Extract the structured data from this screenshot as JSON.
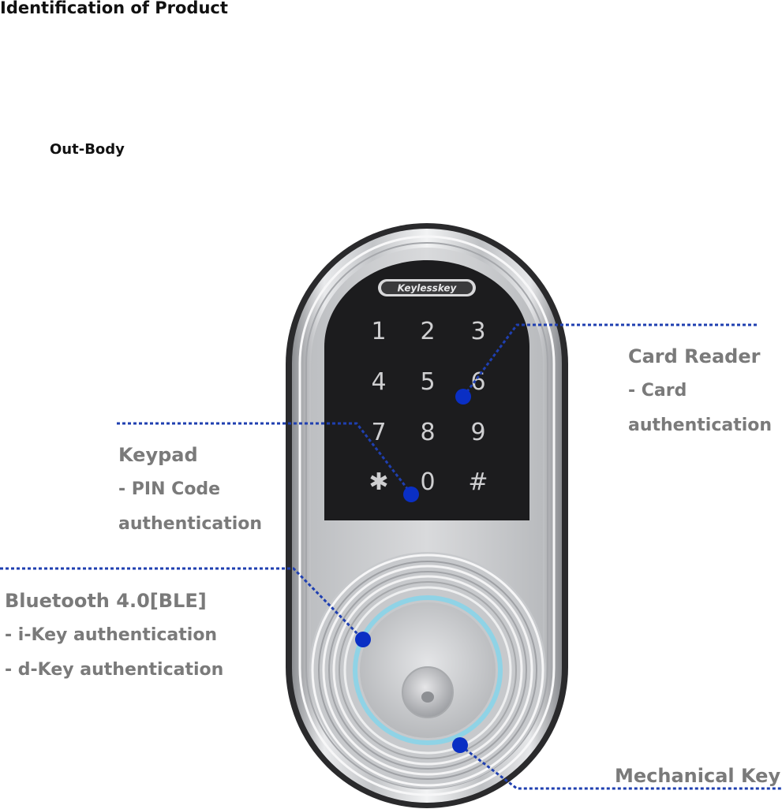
{
  "heading": "Identification of Product",
  "section": "Out-Body",
  "device": {
    "brand": "Keylesskey",
    "keys": [
      "1",
      "2",
      "3",
      "4",
      "5",
      "6",
      "7",
      "8",
      "9",
      "✱",
      "0",
      "#"
    ]
  },
  "callouts": {
    "card_reader": {
      "title": "Card Reader",
      "lines": [
        "- Card",
        "authentication"
      ]
    },
    "keypad": {
      "title": "Keypad",
      "lines": [
        "- PIN Code",
        "authentication"
      ]
    },
    "bluetooth": {
      "title": "Bluetooth 4.0[BLE]",
      "lines": [
        "- i-Key authentication",
        "- d-Key authentication"
      ]
    },
    "mechanical_key": {
      "title": "Mechanical Key"
    }
  },
  "colors": {
    "leader_line": "#1f3fb0",
    "marker_dot": "#0a2fc4",
    "callout_text": "#7a7a7a",
    "keypad_panel": "#1c1c1e",
    "led_ring": "#8fd3e6"
  }
}
